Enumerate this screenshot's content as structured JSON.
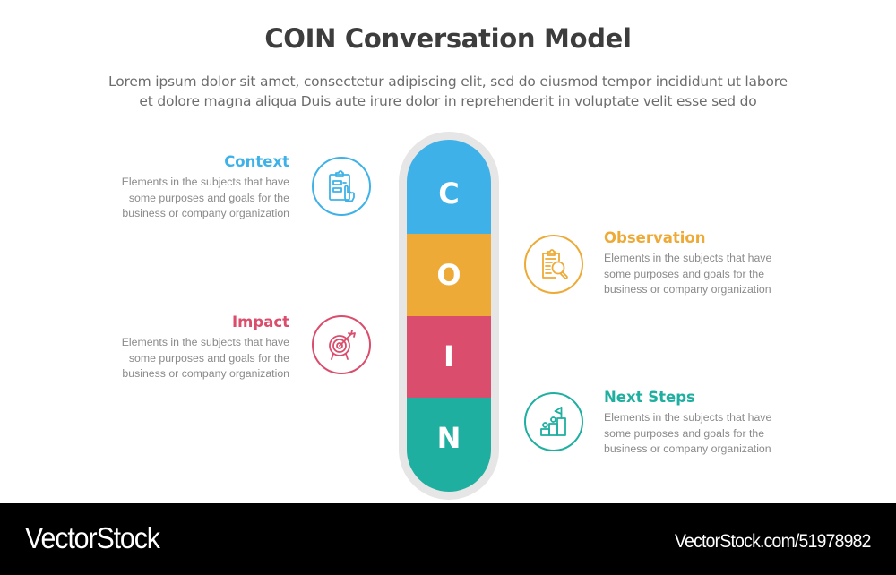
{
  "header": {
    "title": "COIN Conversation Model",
    "subtitle_lines": [
      "Lorem ipsum dolor sit amet, consectetur adipiscing elit, sed do eiusmod tempor incididunt ut labore",
      "et dolore magna aliqua Duis aute irure dolor in reprehenderit in voluptate velit esse sed do"
    ]
  },
  "capsule": {
    "frame_color": "#e6e6e6",
    "segments": [
      {
        "letter": "C",
        "color": "#3eb2e8"
      },
      {
        "letter": "O",
        "color": "#eeaa36"
      },
      {
        "letter": "I",
        "color": "#db4d6c"
      },
      {
        "letter": "N",
        "color": "#1fafa0"
      }
    ]
  },
  "items": [
    {
      "key": "context",
      "heading": "Context",
      "color": "#3eb2e8",
      "icon": "clipboard-hand-icon",
      "side": "left",
      "desc_lines": [
        "Elements in the subjects that have",
        "some purposes and goals for the",
        "business or company organization"
      ]
    },
    {
      "key": "observation",
      "heading": "Observation",
      "color": "#eeaa36",
      "icon": "clipboard-magnifier-icon",
      "side": "right",
      "desc_lines": [
        "Elements in the subjects that have",
        "some purposes and goals for the",
        "business or company organization"
      ]
    },
    {
      "key": "impact",
      "heading": "Impact",
      "color": "#db4d6c",
      "icon": "target-arrow-icon",
      "side": "left",
      "desc_lines": [
        "Elements in the subjects that have",
        "some purposes and goals for the",
        "business or company organization"
      ]
    },
    {
      "key": "next_steps",
      "heading": "Next Steps",
      "color": "#1fafa0",
      "icon": "steps-flag-icon",
      "side": "right",
      "desc_lines": [
        "Elements in the subjects that have",
        "some purposes and goals for the",
        "business or company organization"
      ]
    }
  ],
  "footer": {
    "brand": "VectorStock",
    "reference": "VectorStock.com/51978982",
    "background": "#000000"
  }
}
